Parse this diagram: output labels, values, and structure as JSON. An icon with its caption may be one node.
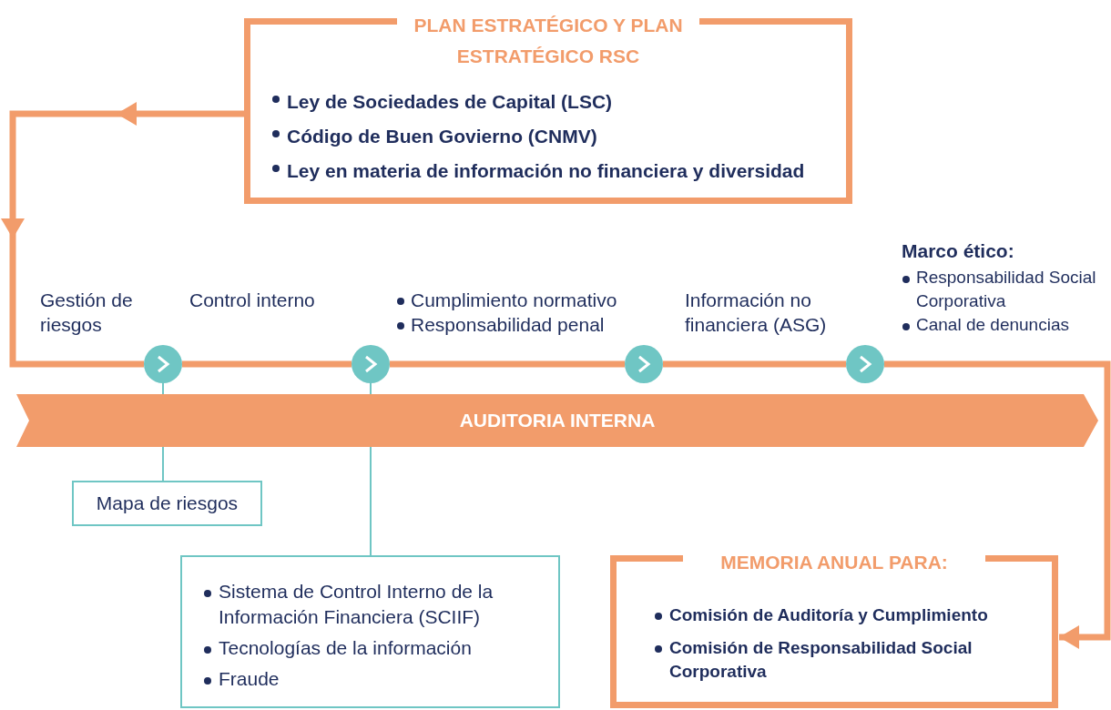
{
  "diagram": {
    "nodes": [
      {
        "text": [
          "PLAN ESTRATÉGICO Y PLAN ESTRATÉGICO RSC",
          "Ley de Sociedades de Capital (LSC)",
          "Código de Buen Govierno (CNMV)",
          "Ley en materia de información no financiera y diversidad"
        ]
      },
      {
        "text": [],
        "shape": "circle"
      },
      {
        "text": [],
        "shape": "circle"
      },
      {
        "text": [],
        "shape": "circle"
      },
      {
        "text": [],
        "shape": "circle"
      },
      {
        "text": [
          "AUDITORIA INTERNA"
        ]
      },
      {
        "text": [
          "Mapa de riesgos"
        ]
      },
      {
        "text": [
          "Sistema de Control Interno de la Información Financiera (SCIIF)",
          "Tecnologías de la información",
          "Fraude"
        ]
      },
      {
        "text": [
          "MEMORIA ANUAL PARA:",
          "Comisión de Auditoría y Cumplimiento",
          "Comisión de Responsabilidad Social Corporativa"
        ]
      }
    ],
    "edges": [
      {
        "from": 0,
        "to": 1,
        "arrow": "to"
      },
      {
        "from": 1,
        "to": 2,
        "arrow": "none"
      },
      {
        "from": 2,
        "to": 3,
        "arrow": "none"
      },
      {
        "from": 3,
        "to": 4,
        "arrow": "none"
      },
      {
        "from": 4,
        "to": 8,
        "arrow": "to"
      },
      {
        "from": 1,
        "to": 5,
        "arrow": "none",
        "color": "#6fc6c4"
      },
      {
        "from": 5,
        "to": 6,
        "arrow": "none",
        "color": "#6fc6c4"
      },
      {
        "from": 2,
        "to": 5,
        "arrow": "none",
        "color": "#6fc6c4"
      },
      {
        "from": 5,
        "to": 7,
        "arrow": "none",
        "color": "#6fc6c4"
      }
    ],
    "labels": [
      "Gestión de riesgos",
      "Control interno",
      "Cumplimiento normativo",
      "Responsabilidad penal",
      "Información no financiera (ASG)",
      "Marco ético:",
      "Responsabilidad Social Corporativa",
      "Canal de denuncias"
    ]
  }
}
